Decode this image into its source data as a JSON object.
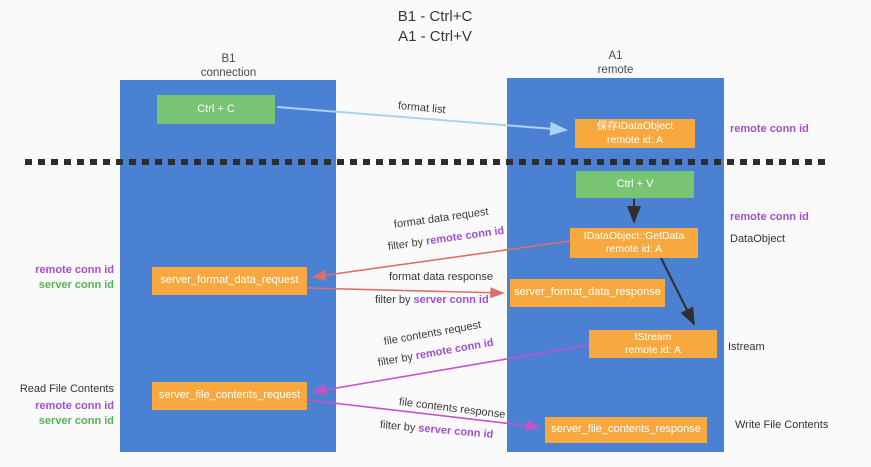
{
  "title": {
    "line1": "B1 - Ctrl+C",
    "line2": "A1 - Ctrl+V"
  },
  "columns": {
    "left": {
      "name": "B1",
      "role": "connection"
    },
    "right": {
      "name": "A1",
      "role": "remote"
    }
  },
  "boxes": {
    "ctrl_c": {
      "label": "Ctrl + C"
    },
    "ctrl_v": {
      "label": "Ctrl + V"
    },
    "save_dataobject": {
      "line1": "保存IDataObject",
      "line2": "remote id: A"
    },
    "getdata": {
      "line1": "IDataObject::GetData",
      "line2": "remote id: A"
    },
    "istream": {
      "line1": "IStream",
      "line2": "remote id: A"
    },
    "server_format_data_request": {
      "label": "server_format_data_request"
    },
    "server_format_data_response": {
      "label": "server_format_data_response"
    },
    "server_file_contents_request": {
      "label": "server_file_contents_request"
    },
    "server_file_contents_response": {
      "label": "server_file_contents_response"
    }
  },
  "side_labels": {
    "right_remote_conn_top": "remote conn id",
    "right_remote_conn_mid": "remote conn id",
    "right_dataobject": "DataObject",
    "right_istream": "Istream",
    "right_write_file": "Write File Contents",
    "left_remote_conn_top": "remote conn id",
    "left_server_conn_top": "server conn id",
    "left_read_file": "Read File Contents",
    "left_remote_conn_bottom": "remote conn id",
    "left_server_conn_bottom": "server conn id"
  },
  "arrow_labels": {
    "format_list": "format list",
    "format_data_request": "format data request",
    "format_data_response": "format data response",
    "file_contents_request": "file contents request",
    "file_contents_response": "file contents response",
    "filter_by": "filter by",
    "remote_conn_id": "remote conn id",
    "server_conn_id": "server conn id"
  },
  "colors": {
    "column_blue": "#4b81d3",
    "box_green": "#79c472",
    "box_orange": "#f7a940",
    "arrow_red": "#dc6e6e",
    "arrow_magenta": "#c653c6",
    "arrow_light_blue": "#a9d4f1",
    "arrow_black": "#2f2f2f",
    "conn_id_purple": "#a34fd0",
    "conn_id_green": "#58b158"
  }
}
